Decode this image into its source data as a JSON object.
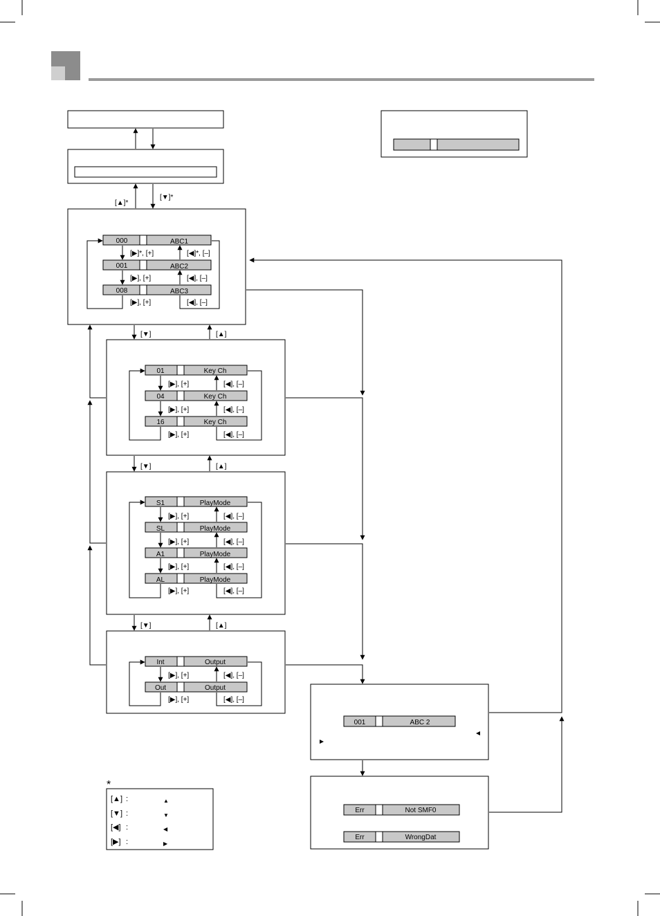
{
  "flow": {
    "arrow_labels": {
      "up_star": "[▲]*",
      "down_star": "[▼]*",
      "down": "[▼]",
      "up": "[▲]",
      "next_star": "[▶]*, [+]",
      "prev_star": "[◀]*, [–]",
      "next": "[▶], [+]",
      "prev": "[◀], [–]"
    },
    "songs": [
      {
        "num": "000",
        "name": "ABC1"
      },
      {
        "num": "001",
        "name": "ABC2"
      },
      {
        "num": "008",
        "name": "ABC3"
      }
    ],
    "channels": [
      {
        "num": "01",
        "name": "Key  Ch"
      },
      {
        "num": "04",
        "name": "Key  Ch"
      },
      {
        "num": "16",
        "name": "Key  Ch"
      }
    ],
    "play_modes": [
      {
        "num": "S1",
        "name": "PlayMode"
      },
      {
        "num": "SL",
        "name": "PlayMode"
      },
      {
        "num": "A1",
        "name": "PlayMode"
      },
      {
        "num": "AL",
        "name": "PlayMode"
      }
    ],
    "outputs": [
      {
        "num": "Int",
        "name": "Output"
      },
      {
        "num": "Out",
        "name": "Output"
      }
    ],
    "playing": {
      "num": "001",
      "name": "ABC 2"
    },
    "errors": [
      {
        "num": "Err",
        "name": "Not  SMF0"
      },
      {
        "num": "Err",
        "name": "WrongDat"
      }
    ]
  },
  "legend": {
    "marker": "*",
    "rows": [
      {
        "key": "[▲]",
        "sep": ":",
        "icon": "▲"
      },
      {
        "key": "[▼]",
        "sep": ":",
        "icon": "▼"
      },
      {
        "key": "[◀]",
        "sep": ":",
        "icon": "◀"
      },
      {
        "key": "[▶]",
        "sep": ":",
        "icon": "▶"
      }
    ]
  },
  "colors": {
    "field_fill": "#c8c8c8",
    "header_bar": "#9a9a9a",
    "corner_dark": "#8c8c8c",
    "corner_light": "#cfcfcf"
  }
}
